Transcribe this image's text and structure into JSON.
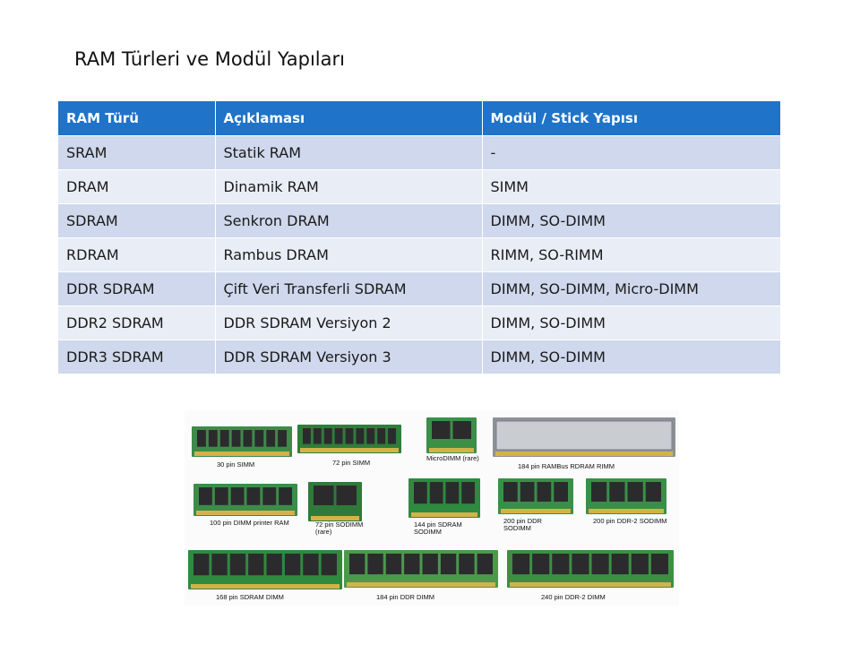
{
  "title": "RAM Türleri ve Modül Yapıları",
  "table": {
    "headers": [
      "RAM Türü",
      "Açıklaması",
      "Modül / Stick Yapısı"
    ],
    "rows": [
      [
        "SRAM",
        "Statik RAM",
        "-"
      ],
      [
        "DRAM",
        "Dinamik RAM",
        "SIMM"
      ],
      [
        "SDRAM",
        "Senkron DRAM",
        "DIMM, SO-DIMM"
      ],
      [
        "RDRAM",
        "Rambus DRAM",
        "RIMM, SO-RIMM"
      ],
      [
        "DDR SDRAM",
        "Çift Veri Transferli SDRAM",
        "DIMM, SO-DIMM, Micro-DIMM"
      ],
      [
        "DDR2 SDRAM",
        "DDR SDRAM Versiyon 2",
        "DIMM, SO-DIMM"
      ],
      [
        "DDR3 SDRAM",
        "DDR SDRAM Versiyon 3",
        "DIMM, SO-DIMM"
      ]
    ]
  },
  "modules": [
    {
      "label": "30 pin SIMM",
      "color": "#3f8a4a"
    },
    {
      "label": "72 pin SIMM",
      "color": "#2f7d3a"
    },
    {
      "label": "MicroDIMM (rare)",
      "color": "#3c8f46"
    },
    {
      "label": "184 pin RAMBus RDRAM RIMM",
      "color": "#8c9198"
    },
    {
      "label": "100 pin DIMM printer RAM",
      "color": "#3d8c47"
    },
    {
      "label": "72 pin SODIMM (rare)",
      "color": "#2f7a3a"
    },
    {
      "label": "144 pin SDRAM SODIMM",
      "color": "#2e8a40"
    },
    {
      "label": "200 pin DDR SODIMM",
      "color": "#3a8f48"
    },
    {
      "label": "200 pin DDR-2 SODIMM",
      "color": "#3a8f48"
    },
    {
      "label": "168 pin SDRAM DIMM",
      "color": "#2f8a3e"
    },
    {
      "label": "184 pin DDR DIMM",
      "color": "#4a9a4a"
    },
    {
      "label": "240 pin DDR-2 DIMM",
      "color": "#3a9040"
    }
  ]
}
